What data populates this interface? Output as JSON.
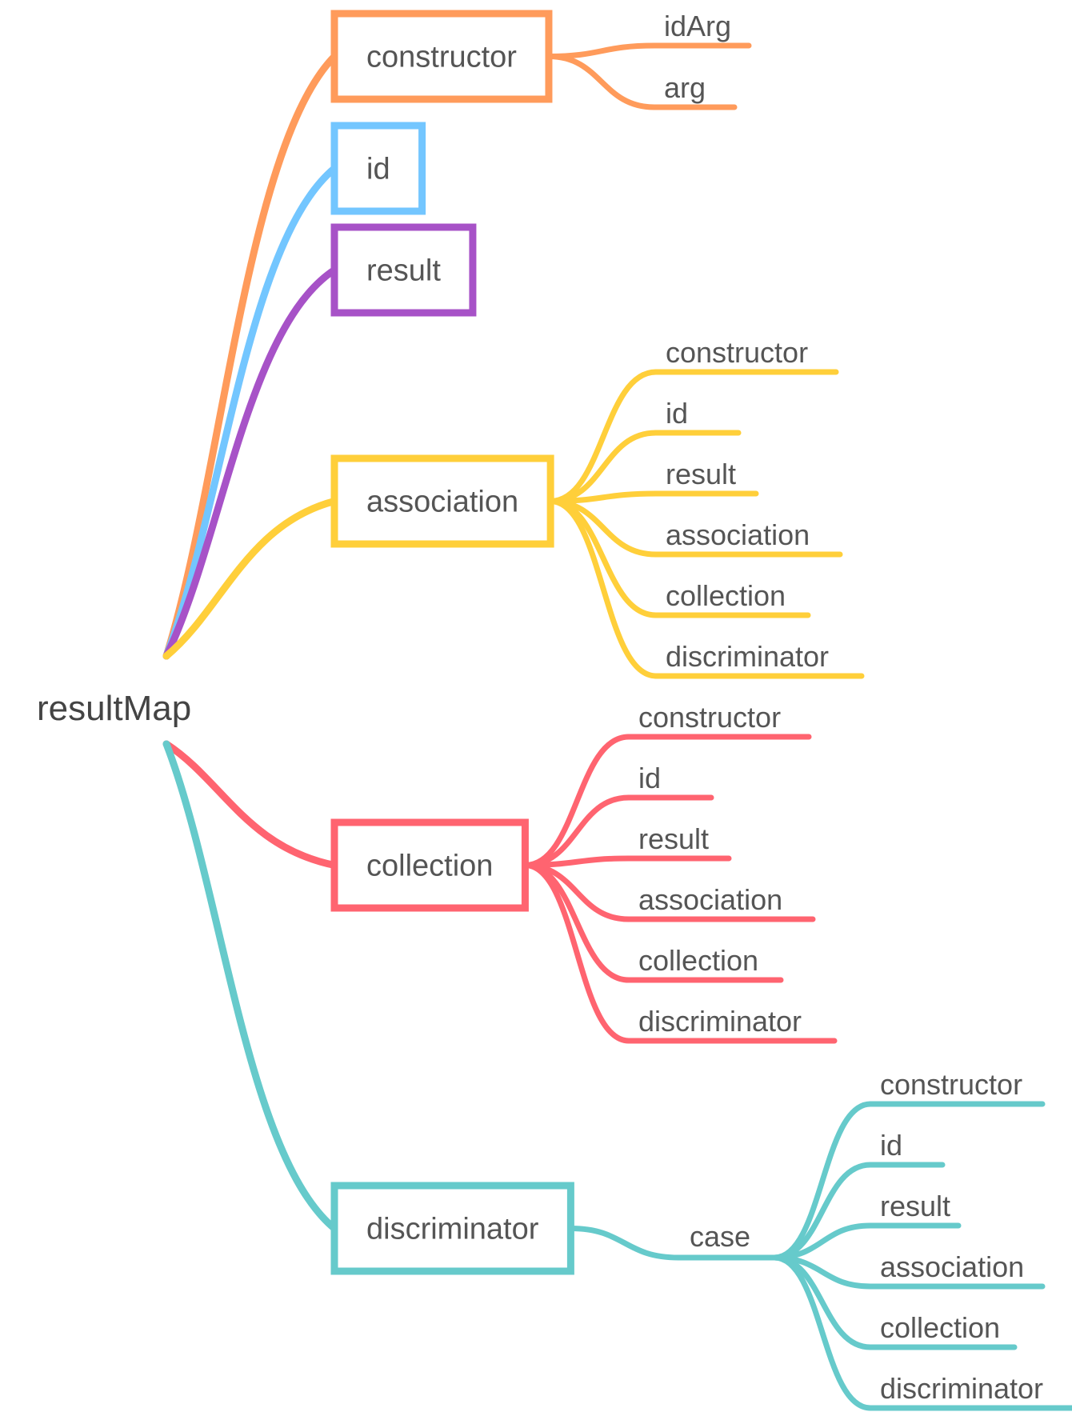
{
  "root": {
    "label": "resultMap"
  },
  "colors": {
    "orange": "#FF9B5B",
    "blue": "#73C6FF",
    "purple": "#A752C7",
    "yellow": "#FFCF3A",
    "red": "#FF6470",
    "teal": "#66CACB",
    "text": "#555555"
  },
  "branches": [
    {
      "id": "constructor",
      "label": "constructor",
      "color": "orange",
      "children": [
        "idArg",
        "arg"
      ]
    },
    {
      "id": "id",
      "label": "id",
      "color": "blue",
      "children": []
    },
    {
      "id": "result",
      "label": "result",
      "color": "purple",
      "children": []
    },
    {
      "id": "association",
      "label": "association",
      "color": "yellow",
      "children": [
        "constructor",
        "id",
        "result",
        "association",
        "collection",
        "discriminator"
      ]
    },
    {
      "id": "collection",
      "label": "collection",
      "color": "red",
      "children": [
        "constructor",
        "id",
        "result",
        "association",
        "collection",
        "discriminator"
      ]
    },
    {
      "id": "discriminator",
      "label": "discriminator",
      "color": "teal",
      "children": [],
      "case": {
        "label": "case",
        "children": [
          "constructor",
          "id",
          "result",
          "association",
          "collection",
          "discriminator"
        ]
      }
    }
  ]
}
